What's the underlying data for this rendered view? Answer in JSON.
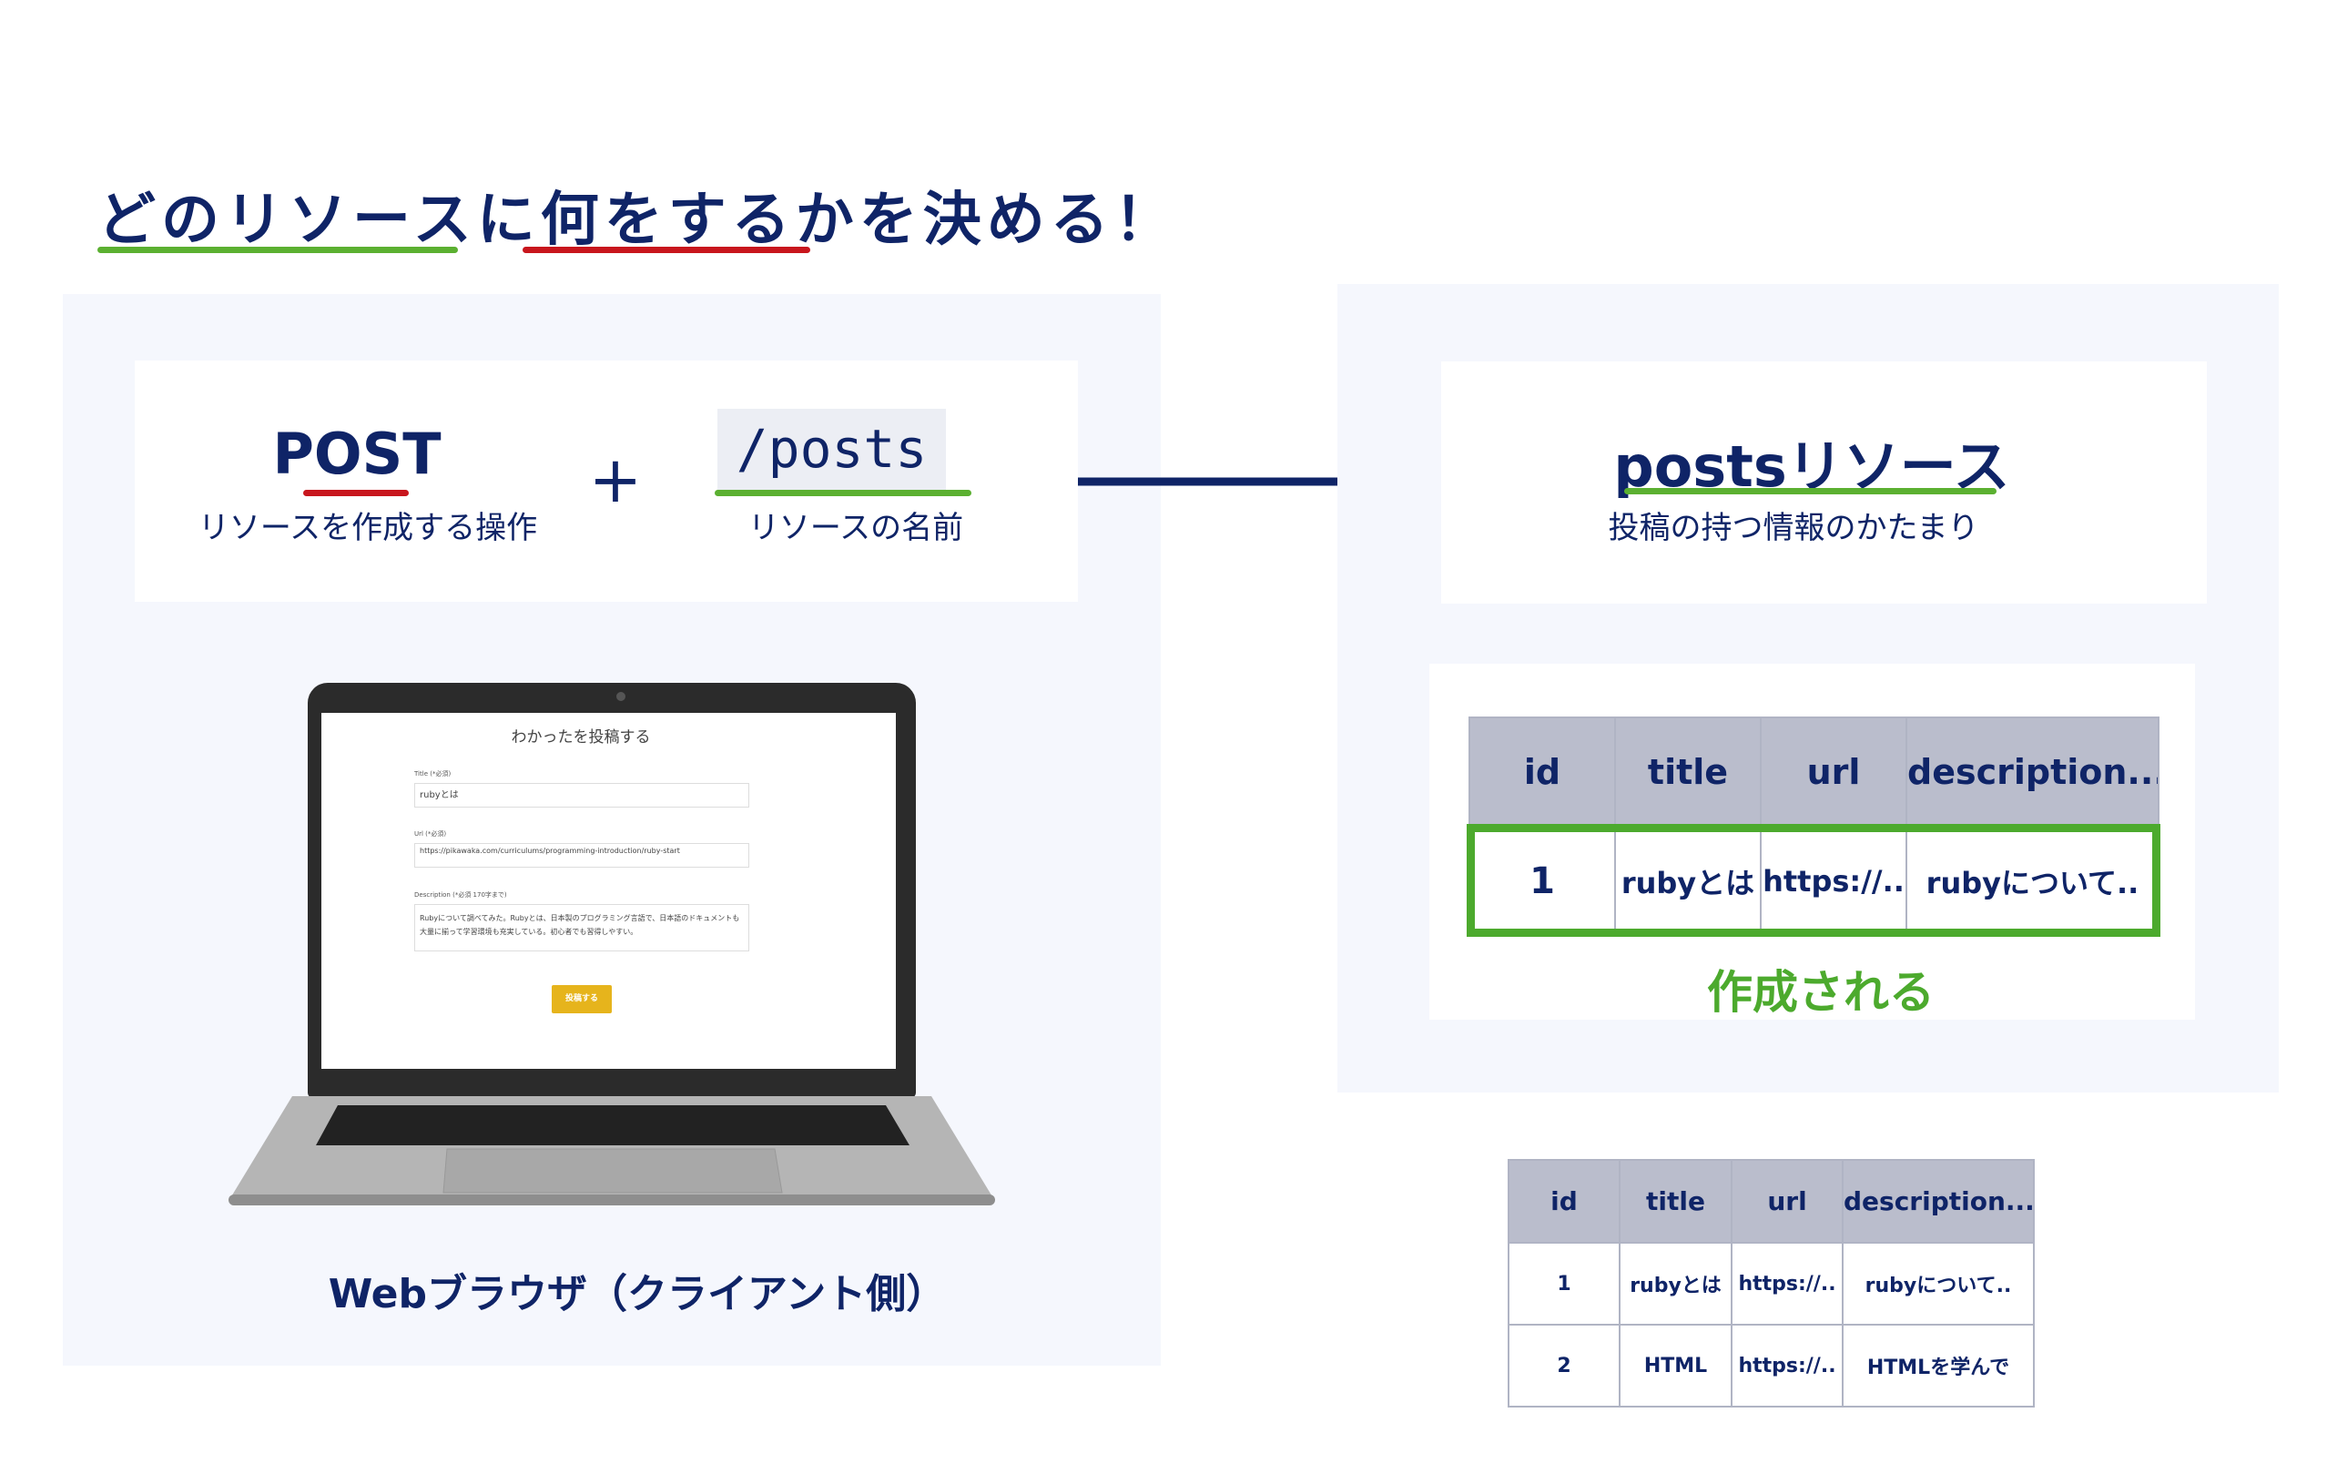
{
  "heading": {
    "text": "どのリソースに何をするかを決める！",
    "underline_green": "#5bb031",
    "underline_red": "#c8161d"
  },
  "request": {
    "method": "POST",
    "method_caption": "リソースを作成する操作",
    "plus": "+",
    "path": "/posts",
    "path_caption": "リソースの名前"
  },
  "resource": {
    "name": "postsリソース",
    "caption": "投稿の持つ情報のかたまり"
  },
  "created_table": {
    "headers": [
      "id",
      "title",
      "url",
      "description..."
    ],
    "row": [
      "1",
      "rubyとは",
      "https://..",
      "rubyについて.."
    ],
    "highlight_color": "#4caa2d",
    "caption": "作成される"
  },
  "laptop": {
    "form_title": "わかったを投稿する",
    "title_label": "Title (*必須)",
    "title_value": "rubyとは",
    "url_label": "Url (*必須)",
    "url_value": "https://pikawaka.com/curriculums/programming-introduction/ruby-start",
    "desc_label": "Description (*必須 170字まで)",
    "desc_value": "Rubyについて調べてみた。Rubyとは、日本製のプログラミング言語で、日本語のドキュメントも大量に揃って学習環境も充実している。初心者でも習得しやすい。",
    "submit": "投稿する",
    "button_color": "#e6b41c"
  },
  "client_label": "Webブラウザ（クライアント側）",
  "result_table": {
    "headers": [
      "id",
      "title",
      "url",
      "description..."
    ],
    "rows": [
      [
        "1",
        "rubyとは",
        "https://..",
        "rubyについて.."
      ],
      [
        "2",
        "HTML",
        "https://..",
        "HTMLを学んで"
      ]
    ]
  }
}
